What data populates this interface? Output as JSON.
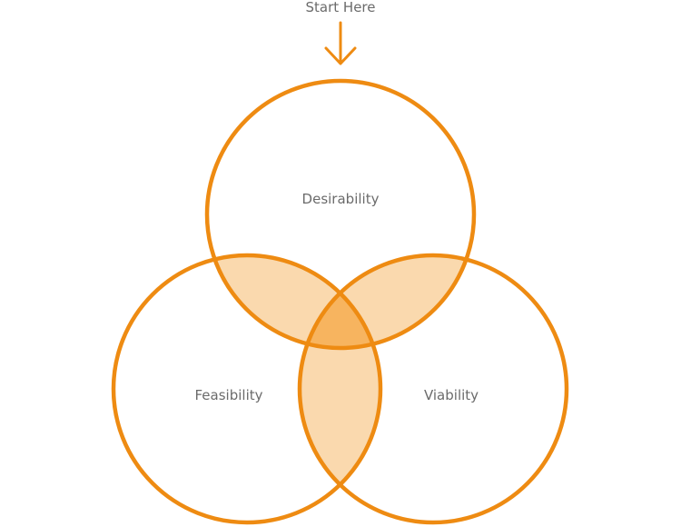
{
  "start_label": "Start Here",
  "circles": {
    "desirability": "Desirability",
    "feasibility": "Feasibility",
    "viability": "Viability"
  },
  "colors": {
    "stroke": "#ee8b12",
    "overlap_pair": "#fad9ae",
    "overlap_center": "#f7b45f",
    "text": "#6b6b6b"
  }
}
